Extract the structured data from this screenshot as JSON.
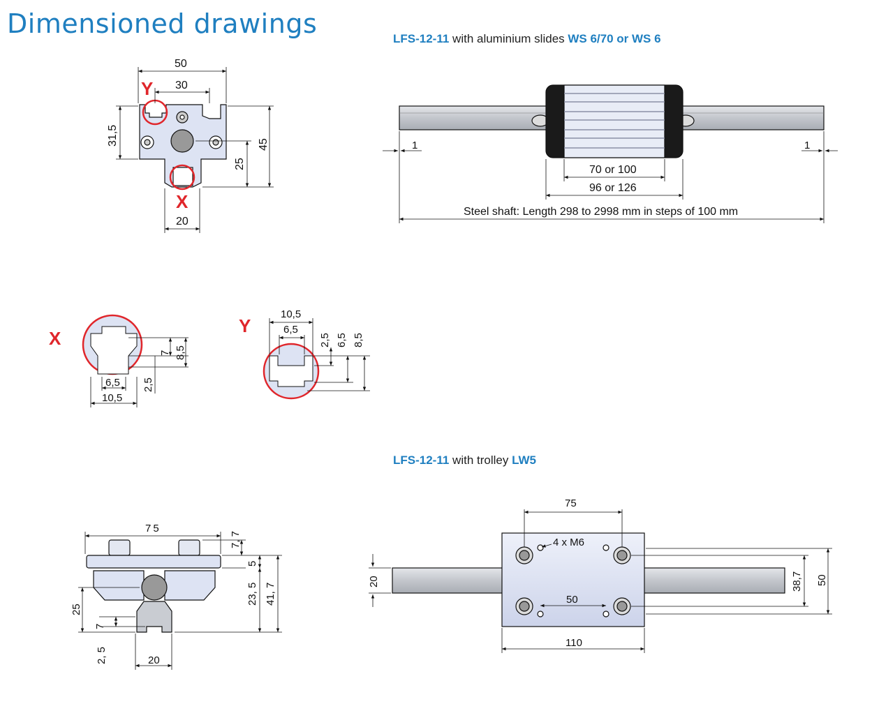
{
  "title": "Dimensioned drawings",
  "captions": {
    "top": {
      "part1": "LFS-12-11",
      "part2": " with aluminium slides ",
      "part3": "WS 6/70 or WS 6"
    },
    "bottom": {
      "part1": "LFS-12-11",
      "part2": " with trolley ",
      "part3": "LW5"
    }
  },
  "colors": {
    "accent": "#1f7fc0",
    "detail_red": "#e0262b",
    "part_fill": "#dde3f3",
    "rail_fill": "#c9ccd2"
  },
  "cross_section": {
    "width": "50",
    "inner": "30",
    "height_left": "31,5",
    "height_total": "45",
    "shaft_height": "25",
    "bottom_width": "20",
    "label_x": "X",
    "label_y": "Y"
  },
  "detail_x": {
    "label": "X",
    "w_outer": "10,5",
    "w_inner": "6,5",
    "h1": "7",
    "h2": "8,5",
    "h3": "2,5"
  },
  "detail_y": {
    "label": "Y",
    "w_outer": "10,5",
    "w_inner": "6,5",
    "h1": "2,5",
    "h2": "6,5",
    "h3": "8,5"
  },
  "side_view": {
    "left_gap": "1",
    "right_gap": "1",
    "slide_len": "70 or 100",
    "overall_len": "96 or 126",
    "shaft_text": "Steel shaft: Length 298 to 2998 mm in steps of 100 mm"
  },
  "trolley_end": {
    "width": "75",
    "h_top": "7, 7",
    "h_plate": "5",
    "h_mid": "23, 5",
    "h_total": "41, 7",
    "h_shaft": "25",
    "h_groove": "7",
    "h_bottom": "2, 5",
    "bottom_width": "20"
  },
  "trolley_top": {
    "hole_spacing": "75",
    "thread": "4 x M6",
    "inner_spacing": "50",
    "length": "110",
    "rail_width": "20",
    "h_inner": "38,7",
    "h_outer": "50"
  }
}
